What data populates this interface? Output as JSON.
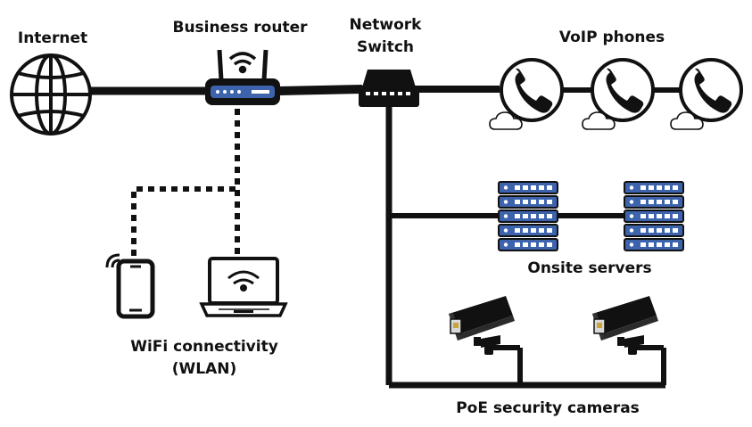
{
  "labels": {
    "internet": "Internet",
    "router": "Business router",
    "switch_line1": "Network",
    "switch_line2": "Switch",
    "voip": "VoIP phones",
    "servers": "Onsite servers",
    "wifi_line1": "WiFi connectivity",
    "wifi_line2": "(WLAN)",
    "cameras": "PoE security cameras"
  },
  "icons": {
    "internet": "globe-icon",
    "router": "router-icon",
    "switch": "network-switch-icon",
    "phone": "voip-phone-icon",
    "server": "server-rack-icon",
    "camera": "security-camera-icon",
    "smartphone": "smartphone-icon",
    "laptop": "laptop-icon",
    "cloud": "cloud-icon",
    "wifi": "wifi-icon"
  },
  "colors": {
    "line": "#111111",
    "device_blue": "#3d63ad",
    "device_light": "#e8eefb"
  }
}
